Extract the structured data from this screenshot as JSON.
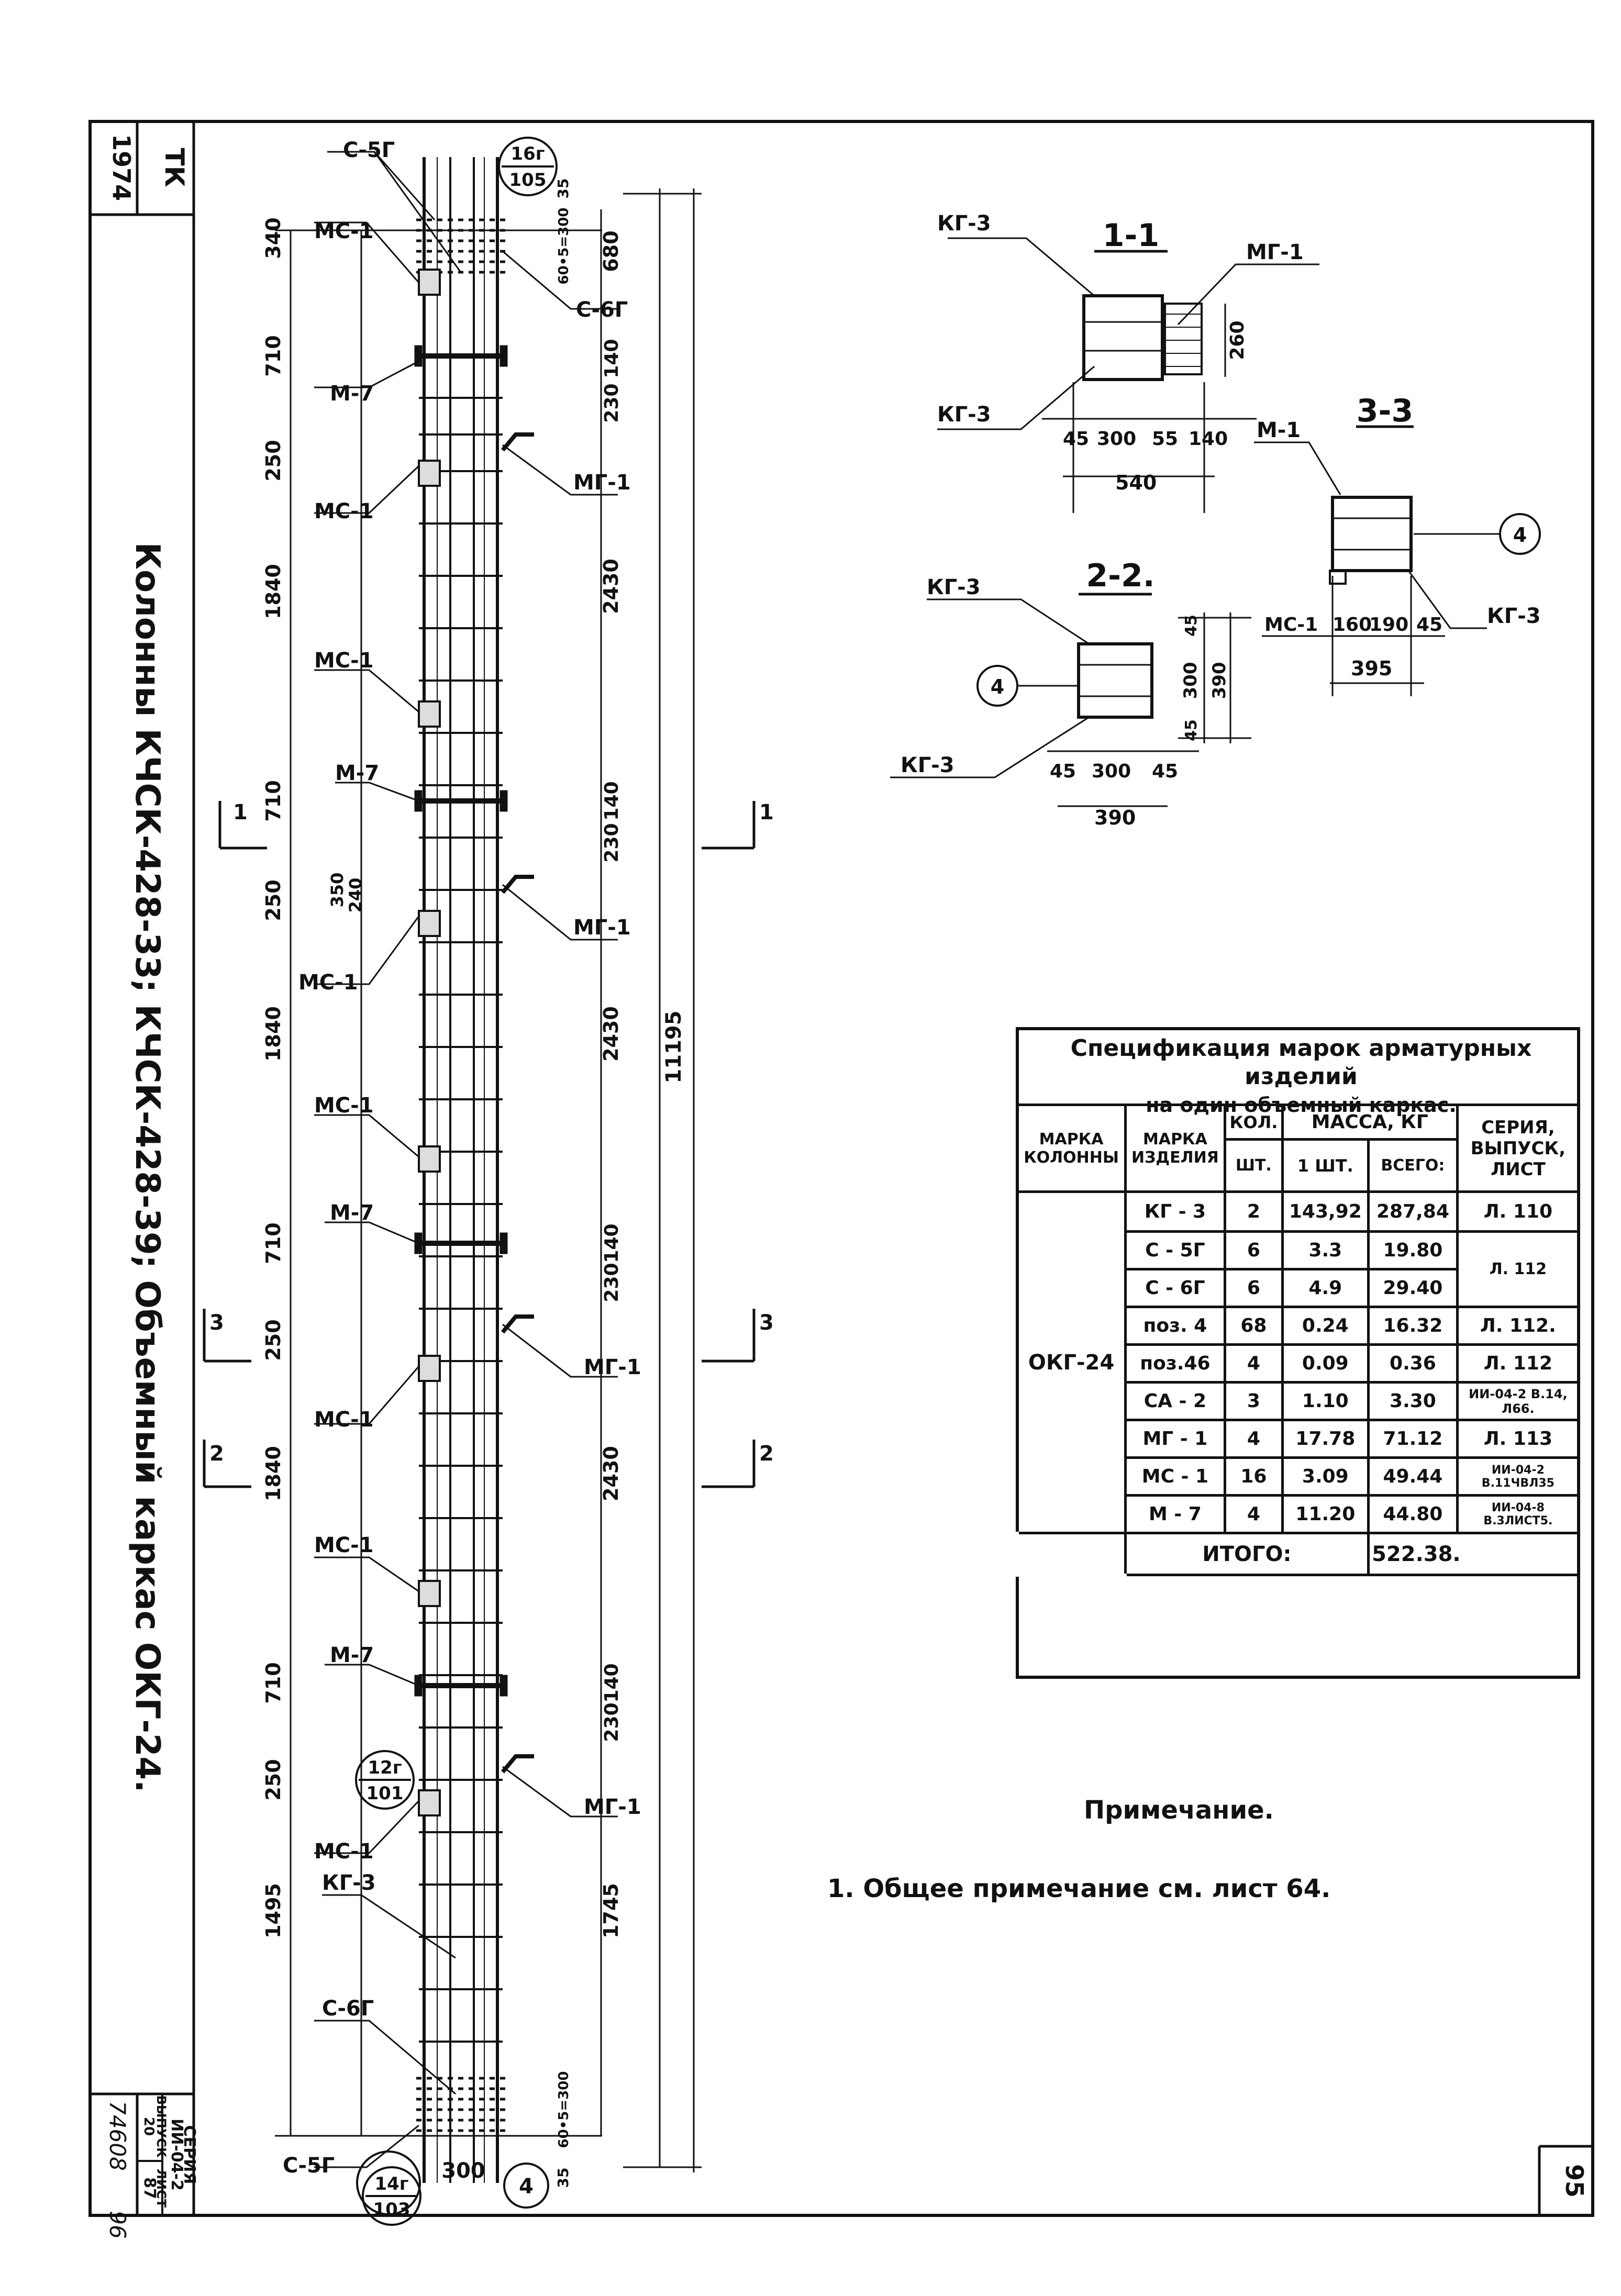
{
  "stamp": {
    "tk": "ТК",
    "year": "1974",
    "title": "Колонны КЧСК-428-33; КЧСК-428-39; Объемный каркас ОКГ-24.",
    "series_label": "СЕРИЯ",
    "series_value": "ИИ-04-2",
    "issue_label": "ВЫПУСК",
    "issue_value": "20",
    "sheet_label": "ЛИСТ",
    "sheet_value": "87",
    "archive_no": "74608",
    "archive_page": "96",
    "page_number": "95"
  },
  "elevation": {
    "callouts": [
      "С-5Г",
      "МС-1",
      "С-6Г",
      "М-7",
      "МГ-1",
      "МС-1",
      "МС-1",
      "М-7",
      "МГ-1",
      "МС-1",
      "МС-1",
      "М-7",
      "МГ-1",
      "МС-1",
      "МС-1",
      "М-7",
      "МГ-1",
      "МС-1",
      "КГ-3",
      "С-6Г",
      "С-5Г"
    ],
    "left_dims": [
      "340",
      "710",
      "250",
      "1840",
      "710",
      "250",
      "1840",
      "710",
      "250",
      "1840",
      "710",
      "250",
      "1495"
    ],
    "right_dims": [
      "680",
      "140",
      "230",
      "2430",
      "140",
      "230",
      "2430",
      "140",
      "230",
      "2430",
      "140",
      "230",
      "1745"
    ],
    "small_dims": [
      "35",
      "60•5=300",
      "240",
      "350",
      "300",
      "35",
      "60•5=300"
    ],
    "overall": "11195",
    "bubbles": [
      {
        "top": "16г",
        "bottom": "105"
      },
      {
        "top": "12г",
        "bottom": "101"
      },
      {
        "top": "14г",
        "bottom": "103"
      }
    ],
    "circle_4": "4",
    "section_marks": [
      "1",
      "1",
      "3",
      "3",
      "2",
      "2"
    ]
  },
  "section_1": {
    "title": "1-1",
    "labels": [
      "КГ-3",
      "МГ-1",
      "КГ-3"
    ],
    "dims": [
      "260",
      "45",
      "300",
      "55",
      "140",
      "540"
    ]
  },
  "section_2": {
    "title": "2-2.",
    "labels": [
      "КГ-3",
      "КГ-3"
    ],
    "circle": "4",
    "dims": [
      "45",
      "300",
      "45",
      "390",
      "45",
      "300",
      "45",
      "390"
    ]
  },
  "section_3": {
    "title": "3-3",
    "labels": [
      "М-1",
      "МС-1",
      "КГ-3"
    ],
    "circle": "4",
    "dims": [
      "160",
      "190",
      "45",
      "395"
    ]
  },
  "spec": {
    "title_line1": "Спецификация марок арматурных изделий",
    "title_line2": "на один объемный каркас.",
    "headers": {
      "col_mark": "МАРКА КОЛОННЫ",
      "item_mark": "МАРКА ИЗДЕЛИЯ",
      "qty": "КОЛ.",
      "qty_unit": "ШТ.",
      "mass": "МАССА, КГ",
      "mass_one": "1 ШТ.",
      "mass_total": "ВСЕГО:",
      "series": "СЕРИЯ, ВЫПУСК, ЛИСТ"
    },
    "column_mark": "ОКГ-24",
    "rows": [
      {
        "item": "КГ - 3",
        "qty": "2",
        "one": "143,92",
        "total": "287,84",
        "ref": "Л. 110"
      },
      {
        "item": "С - 5Г",
        "qty": "6",
        "one": "3.3",
        "total": "19.80",
        "ref": "Л. 112"
      },
      {
        "item": "С - 6Г",
        "qty": "6",
        "one": "4.9",
        "total": "29.40",
        "ref": ""
      },
      {
        "item": "поз. 4",
        "qty": "68",
        "one": "0.24",
        "total": "16.32",
        "ref": "Л. 112."
      },
      {
        "item": "поз.46",
        "qty": "4",
        "one": "0.09",
        "total": "0.36",
        "ref": "Л. 112"
      },
      {
        "item": "СА - 2",
        "qty": "3",
        "one": "1.10",
        "total": "3.30",
        "ref": "ИИ-04-2 В.14, Л66."
      },
      {
        "item": "МГ - 1",
        "qty": "4",
        "one": "17.78",
        "total": "71.12",
        "ref": "Л. 113"
      },
      {
        "item": "МС - 1",
        "qty": "16",
        "one": "3.09",
        "total": "49.44",
        "ref": "ИИ-04-2 В.11ЧВЛ35"
      },
      {
        "item": "М - 7",
        "qty": "4",
        "one": "11.20",
        "total": "44.80",
        "ref": "ИИ-04-8 В.3ЛИСТ5."
      }
    ],
    "total_label": "ИТОГО:",
    "total_value": "522.38."
  },
  "note": {
    "title": "Примечание.",
    "text": "1. Общее примечание см. лист 64."
  }
}
